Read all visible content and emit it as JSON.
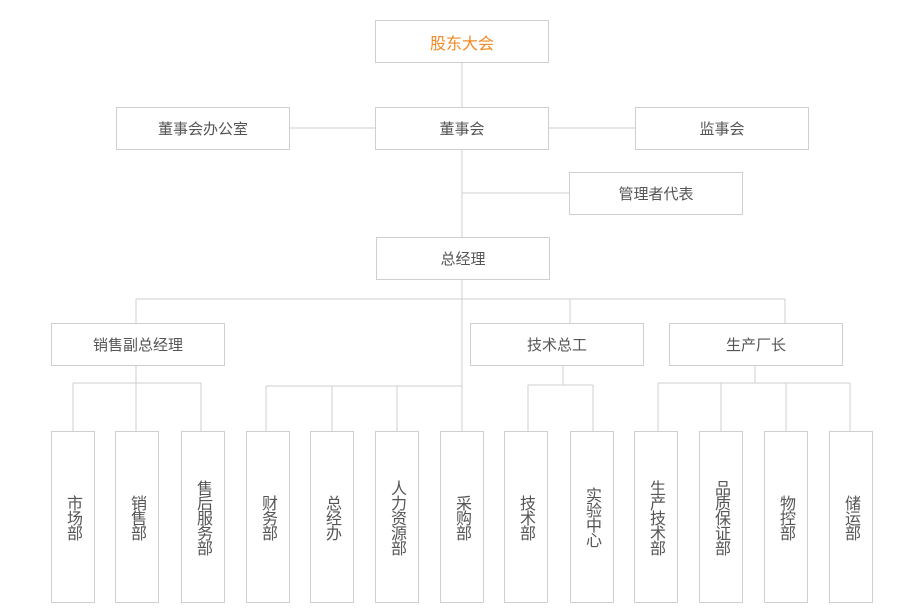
{
  "top": {
    "label": "股东大会",
    "accent_color": "#f08a24"
  },
  "board": {
    "office": "董事会办公室",
    "board": "董事会",
    "supervisors": "监事会"
  },
  "mgmt_rep": "管理者代表",
  "gm": "总经理",
  "deputies": {
    "sales": "销售副总经理",
    "tech": "技术总工",
    "production": "生产厂长"
  },
  "departments": [
    "市场部",
    "销售部",
    "售后服务部",
    "财务部",
    "总经办",
    "人力资源部",
    "采购部",
    "技术部",
    "实验中心",
    "生产技术部",
    "品质保证部",
    "物控部",
    "储运部"
  ]
}
